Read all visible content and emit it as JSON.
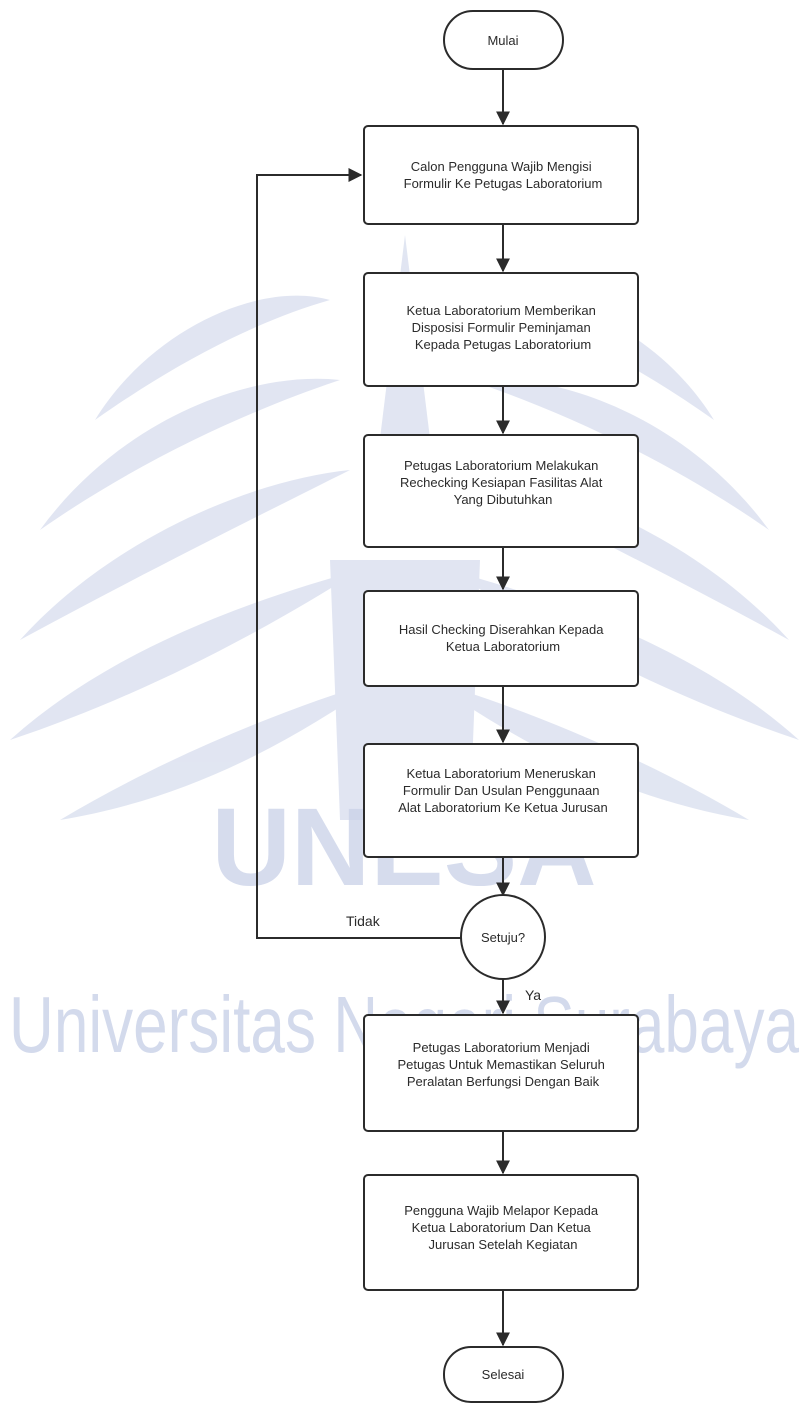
{
  "colors": {
    "watermark": "#c9d1e8",
    "stroke": "#2b2b2b",
    "background": "#ffffff"
  },
  "watermark": {
    "logo_name": "unesa-logo",
    "word": "UNESA",
    "subtitle": "Universitas Negeri Surabaya"
  },
  "nodes": {
    "start": "Mulai",
    "step1": [
      "Calon Pengguna Wajib Mengisi",
      "Formulir Ke Petugas Laboratorium"
    ],
    "step2": [
      "Ketua Laboratorium Memberikan",
      "Disposisi Formulir Peminjaman",
      "Kepada Petugas Laboratorium"
    ],
    "step3": [
      "Petugas Laboratorium Melakukan",
      "Rechecking Kesiapan Fasilitas Alat",
      "Yang Dibutuhkan"
    ],
    "step4": [
      "Hasil Checking Diserahkan Kepada",
      "Ketua Laboratorium"
    ],
    "step5": [
      "Ketua Laboratorium Meneruskan",
      "Formulir Dan Usulan Penggunaan",
      "Alat Laboratorium Ke Ketua Jurusan"
    ],
    "decision": "Setuju?",
    "step6": [
      "Petugas Laboratorium Menjadi",
      "Petugas Untuk Memastikan Seluruh",
      "Peralatan Berfungsi Dengan Baik"
    ],
    "step7": [
      "Pengguna Wajib Melapor Kepada",
      "Ketua Laboratorium Dan Ketua",
      "Jurusan Setelah Kegiatan"
    ],
    "end": "Selesai"
  },
  "branches": {
    "no": "Tidak",
    "yes": "Ya"
  }
}
